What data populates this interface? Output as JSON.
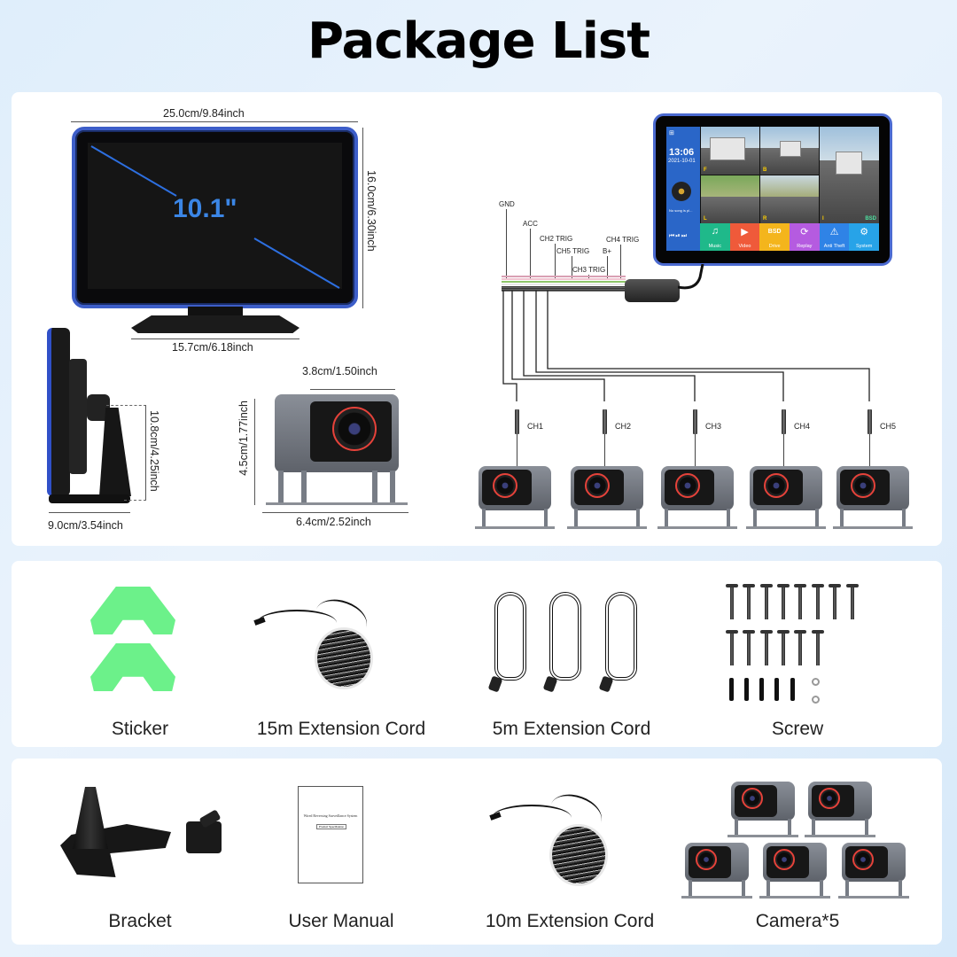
{
  "title": "Package List",
  "diagram": {
    "monitor_front": {
      "screen_size": "10.1\"",
      "width": "25.0cm/9.84inch",
      "height": "16.0cm/6.30inch",
      "base_width": "15.7cm/6.18inch"
    },
    "monitor_side": {
      "height": "10.8cm/4.25inch",
      "depth": "9.0cm/3.54inch"
    },
    "camera_dims": {
      "face_width": "3.8cm/1.50inch",
      "height": "4.5cm/1.77inch",
      "base_width": "6.4cm/2.52inch"
    },
    "screen_ui": {
      "time": "13:06",
      "date": "2021-10-01",
      "song": "No song is pl...",
      "camera_labels": [
        "F",
        "B",
        "L",
        "R",
        "I"
      ],
      "bsd_badge": "BSD",
      "tiles": [
        {
          "label": "Music",
          "icon": "♫",
          "color": "#1fb98a"
        },
        {
          "label": "Video",
          "icon": "▶",
          "color": "#ef5a3a"
        },
        {
          "label": "Drive",
          "icon": "BSD",
          "color": "#f4b51c"
        },
        {
          "label": "Replay",
          "icon": "⟳",
          "color": "#b55be0"
        },
        {
          "label": "Anti Theft",
          "icon": "⚠",
          "color": "#2f83e6"
        },
        {
          "label": "System",
          "icon": "⚙",
          "color": "#27a3e8"
        }
      ]
    },
    "wire_labels": [
      "GND",
      "ACC",
      "CH2 TRIG",
      "CH5 TRIG",
      "CH3 TRIG",
      "B+",
      "CH4 TRIG"
    ],
    "channels": [
      "CH1",
      "CH2",
      "CH3",
      "CH4",
      "CH5"
    ]
  },
  "items": [
    {
      "label": "Sticker"
    },
    {
      "label": "15m Extension Cord"
    },
    {
      "label": "5m Extension Cord"
    },
    {
      "label": "Screw"
    },
    {
      "label": "Bracket"
    },
    {
      "label": "User Manual"
    },
    {
      "label": "10m Extension Cord"
    },
    {
      "label": "Camera*5"
    }
  ],
  "manual": {
    "cover_title": "Wired Reversing Surveillance System",
    "cover_subtitle": "Product Specification"
  },
  "colors": {
    "accent_blue": "#3d5ec9",
    "sticker_green": "#6cf18a",
    "camera_ring": "#e5423a",
    "background": "#e3effb"
  }
}
